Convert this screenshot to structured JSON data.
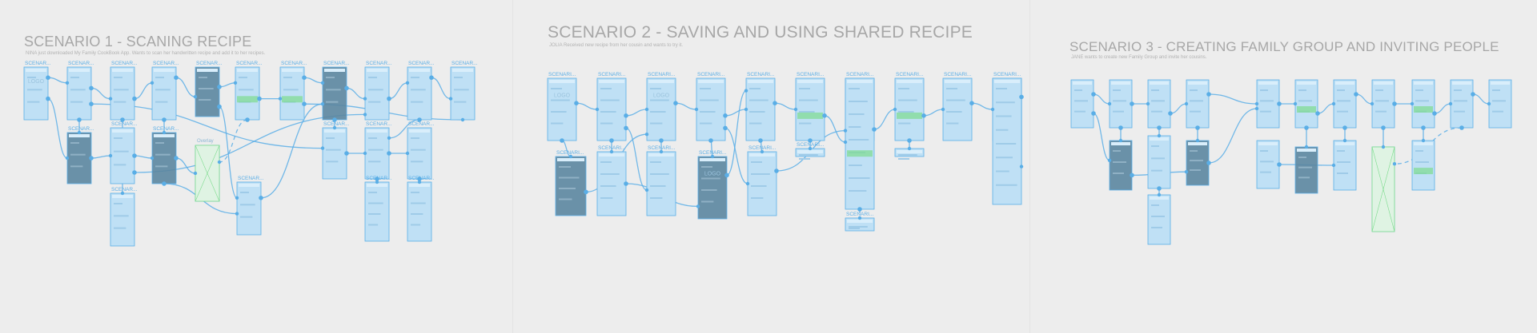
{
  "board": {
    "background": "#ececec",
    "accent": "#5aaee6",
    "screen_fill": "#bfe0f5",
    "dark_fill": "#5b86a0",
    "highlight": "#7ddc8e"
  },
  "scenarios": [
    {
      "title": "SCENARIO 1 - SCANING RECIPE",
      "subtitle": "NINA just downloaded My Family CookBook App. Wants to scan her handwritten recipe and add it to her recipes.",
      "screen_label": "SCENAR...",
      "overlay_label": "Overlay"
    },
    {
      "title": "SCENARIO 2 - SAVING AND USING SHARED RECIPE",
      "subtitle": "JOLIA Received new recipe from her cousin and wants to try it.",
      "screen_label": "SCENARI...",
      "logo_text": "LOGO"
    },
    {
      "title": "SCENARIO 3 - CREATING FAMILY GROUP AND INVITING PEOPLE",
      "subtitle": "JANE wants to create new Family Group and invite her cousins.",
      "screen_label": ""
    }
  ]
}
